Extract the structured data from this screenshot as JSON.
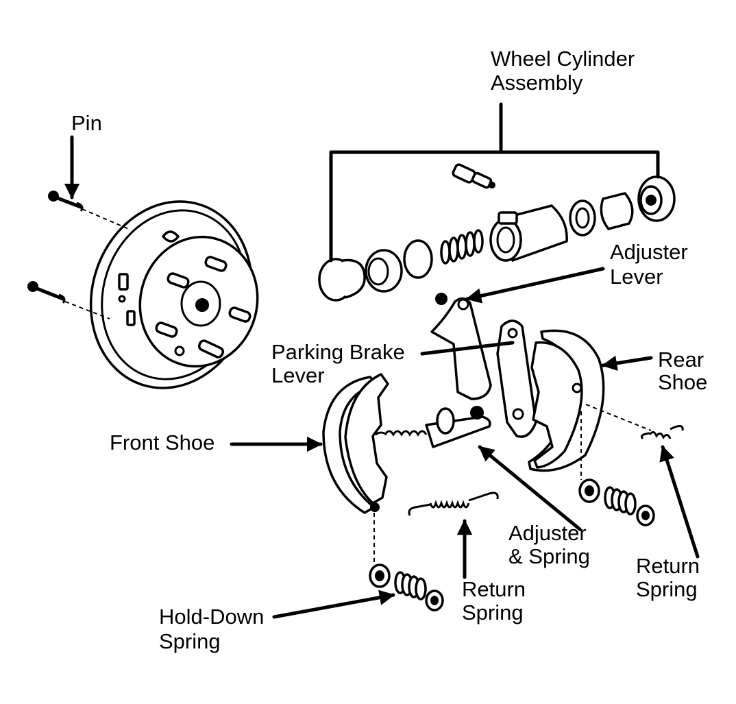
{
  "labels": {
    "pin": "Pin",
    "wheel_cylinder_1": "Wheel Cylinder",
    "wheel_cylinder_2": "Assembly",
    "adjuster_lever_1": "Adjuster",
    "adjuster_lever_2": "Lever",
    "parking_brake_1": "Parking Brake",
    "parking_brake_2": "Lever",
    "rear_shoe_1": "Rear",
    "rear_shoe_2": "Shoe",
    "front_shoe": "Front Shoe",
    "adjuster_spring_1": "Adjuster",
    "adjuster_spring_2": "& Spring",
    "return_spring_right_1": "Return",
    "return_spring_right_2": "Spring",
    "return_spring_center_1": "Return",
    "return_spring_center_2": "Spring",
    "hold_down_1": "Hold-Down",
    "hold_down_2": "Spring"
  }
}
